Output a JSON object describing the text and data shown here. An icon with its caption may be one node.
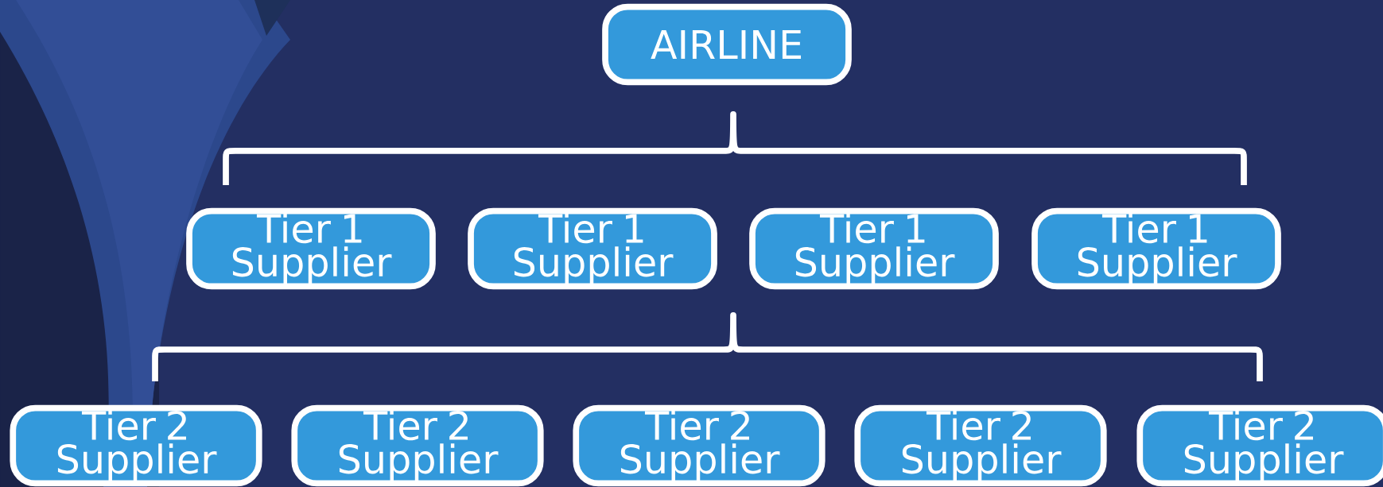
{
  "diagram": {
    "nodes": [
      {
        "text": [
          "AIRLINE"
        ]
      },
      {
        "text": [
          "Tier 1 Supplier"
        ]
      },
      {
        "text": [
          "Tier 1 Supplier"
        ]
      },
      {
        "text": [
          "Tier 1 Supplier"
        ]
      },
      {
        "text": [
          "Tier 1 Supplier"
        ]
      },
      {
        "text": [
          "Tier 2 Supplier"
        ]
      },
      {
        "text": [
          "Tier 2 Supplier"
        ]
      },
      {
        "text": [
          "Tier 2 Supplier"
        ]
      },
      {
        "text": [
          "Tier 2 Supplier"
        ]
      },
      {
        "text": [
          "Tier 2 Supplier"
        ]
      }
    ]
  }
}
